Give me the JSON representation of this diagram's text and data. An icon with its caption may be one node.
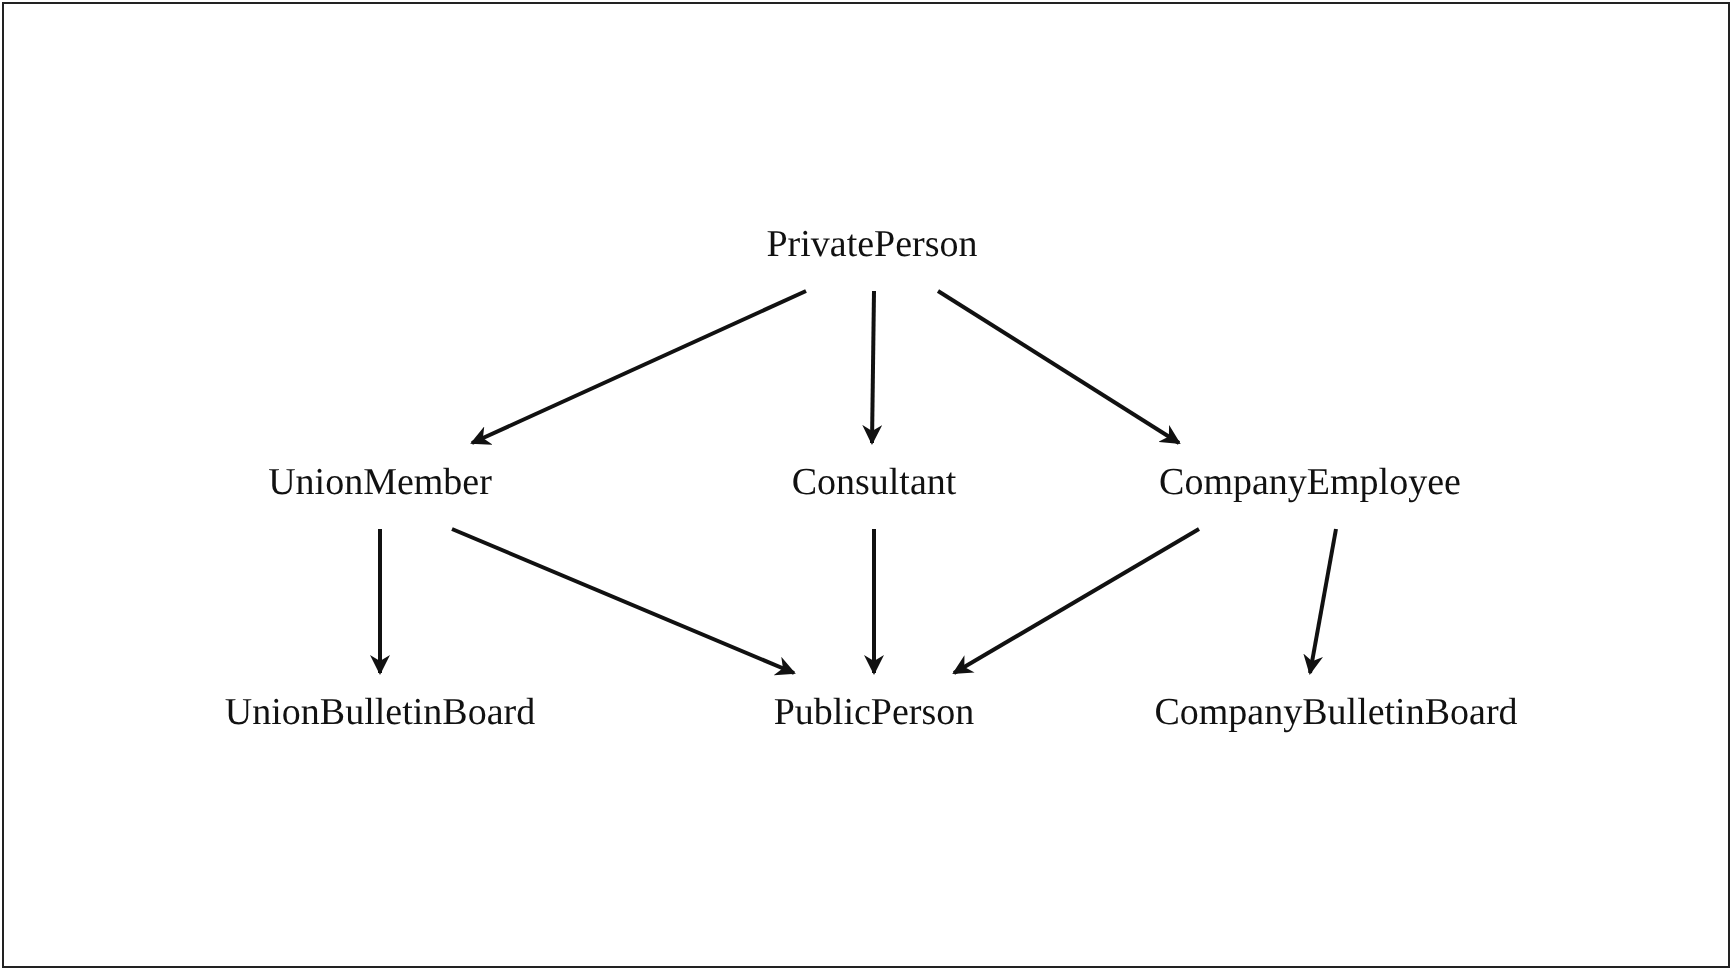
{
  "diagram": {
    "nodes": [
      {
        "text": [
          "PrivatePerson"
        ]
      },
      {
        "text": [
          "UnionMember"
        ]
      },
      {
        "text": [
          "Consultant"
        ]
      },
      {
        "text": [
          "CompanyEmployee"
        ]
      },
      {
        "text": [
          "UnionBulletinBoard"
        ]
      },
      {
        "text": [
          "PublicPerson"
        ]
      },
      {
        "text": [
          "CompanyBulletinBoard"
        ]
      }
    ],
    "edges": [
      {
        "from": 0,
        "to": 1,
        "arrow": "to"
      },
      {
        "from": 0,
        "to": 2,
        "arrow": "to"
      },
      {
        "from": 0,
        "to": 3,
        "arrow": "to"
      },
      {
        "from": 1,
        "to": 4,
        "arrow": "to"
      },
      {
        "from": 1,
        "to": 5,
        "arrow": "to"
      },
      {
        "from": 2,
        "to": 5,
        "arrow": "to"
      },
      {
        "from": 3,
        "to": 5,
        "arrow": "to"
      },
      {
        "from": 3,
        "to": 6,
        "arrow": "to"
      }
    ]
  }
}
